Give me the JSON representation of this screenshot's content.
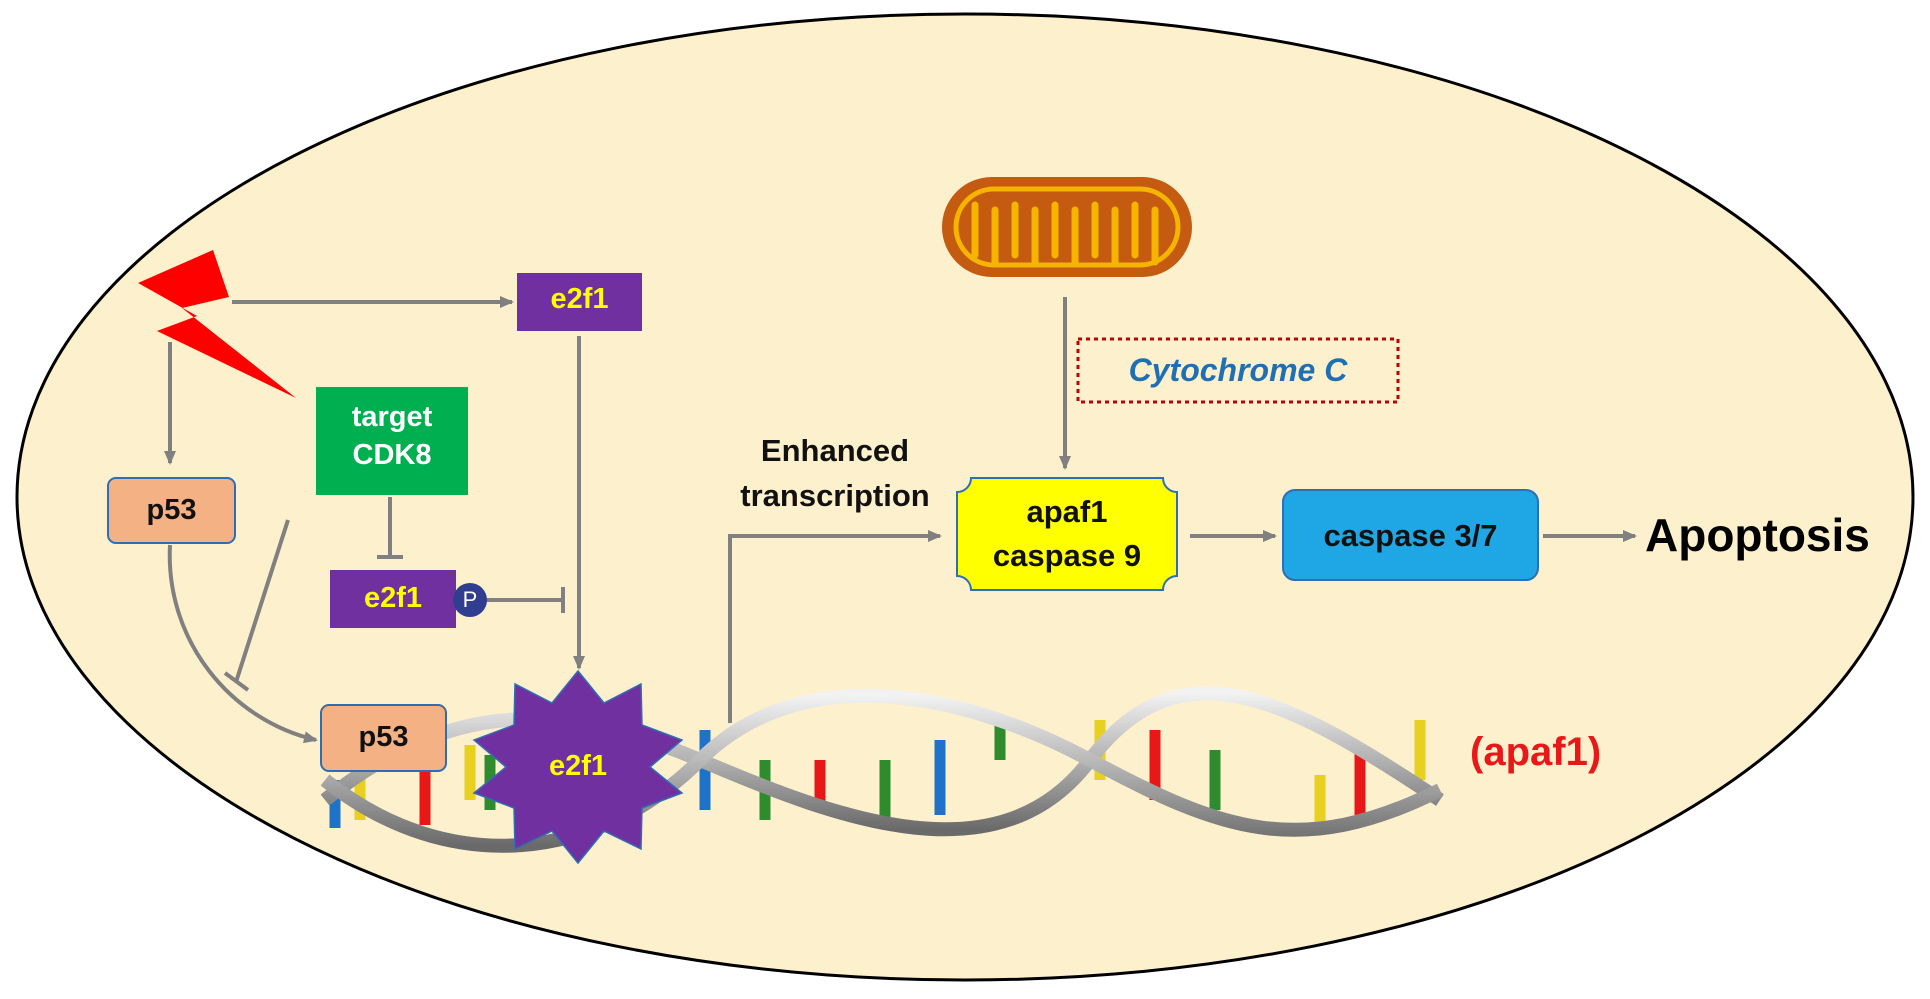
{
  "nodes": {
    "e2f1_top": {
      "text": "e2f1"
    },
    "cdk8": {
      "line1": "target",
      "line2": "CDK8"
    },
    "p53_left": {
      "text": "p53"
    },
    "e2f1_phos": {
      "text": "e2f1",
      "badge": "P"
    },
    "p53_dna": {
      "text": "p53"
    },
    "e2f1_star": {
      "text": "e2f1"
    },
    "cytochrome": {
      "text": "Cytochrome C"
    },
    "enhanced": {
      "line1": "Enhanced",
      "line2": "transcription"
    },
    "apaf1_box": {
      "line1": "apaf1",
      "line2": "caspase 9"
    },
    "caspase37": {
      "text": "caspase 3/7"
    },
    "apoptosis": {
      "text": "Apoptosis"
    },
    "gene": {
      "text": "(apaf1)"
    }
  },
  "colors": {
    "cell": "#fdf0cc",
    "purple": "#7030a0",
    "yellow_text": "#ffff00",
    "green": "#00b050",
    "salmon": "#f4b183",
    "cyan": "#1ea7e4",
    "red": "#ff0000",
    "arrow": "#808080",
    "cyto_text": "#1f6fb4",
    "mito_outer": "#c55a11",
    "mito_inner": "#f4b400"
  }
}
